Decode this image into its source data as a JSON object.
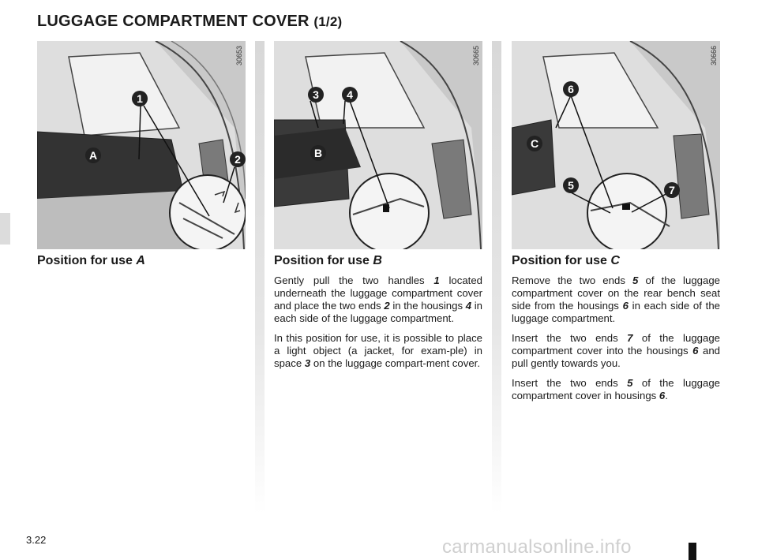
{
  "page": {
    "title": "LUGGAGE COMPARTMENT COVER",
    "title_part": "(1/2)",
    "page_number": "3.22",
    "watermark": "carmanualsonline.info"
  },
  "figures": [
    {
      "code": "30653",
      "callouts": [
        "1",
        "A",
        "2"
      ]
    },
    {
      "code": "30665",
      "callouts": [
        "3",
        "4",
        "B"
      ]
    },
    {
      "code": "30666",
      "callouts": [
        "6",
        "C",
        "5",
        "7"
      ]
    }
  ],
  "sections": [
    {
      "heading_prefix": "Position for use ",
      "heading_letter": "A"
    },
    {
      "heading_prefix": "Position for use ",
      "heading_letter": "B",
      "p1": [
        "Gently pull the two handles ",
        "1",
        " located underneath the luggage compartment cover and place the two ends ",
        "2",
        " in the housings ",
        "4",
        " in each side of the luggage compartment."
      ],
      "p2": [
        "In this position for use, it is possible to place a light object (a jacket, for exam-ple) in space ",
        "3",
        " on the luggage compart-ment cover."
      ]
    },
    {
      "heading_prefix": "Position for use ",
      "heading_letter": "C",
      "p1": [
        "Remove the two ends ",
        "5",
        " of the luggage compartment cover on the rear bench seat side from the housings ",
        "6",
        " in each side of the luggage compartment."
      ],
      "p2": [
        "Insert the two ends ",
        "7",
        " of the luggage compartment cover into the housings ",
        "6",
        " and pull gently towards you."
      ],
      "p3": [
        "Insert the two ends ",
        "5",
        " of the luggage compartment cover in housings ",
        "6",
        "."
      ]
    }
  ]
}
